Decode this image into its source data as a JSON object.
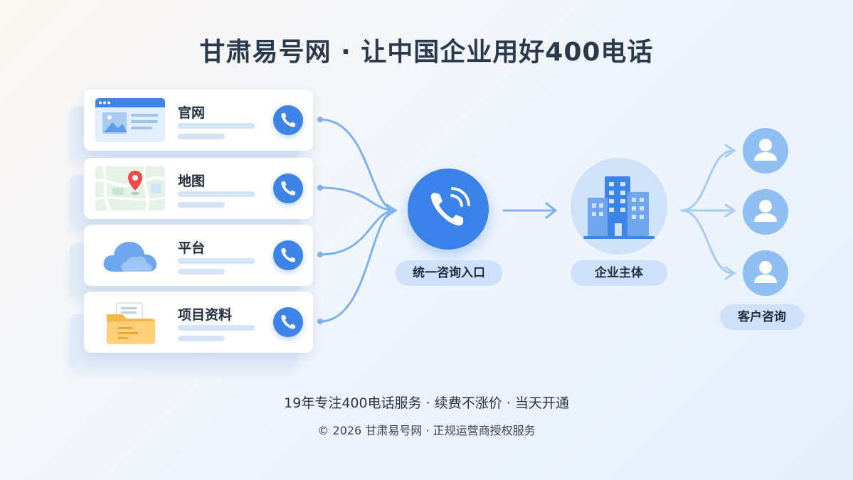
{
  "title": "甘肃易号网 · 让中国企业用好400电话",
  "channels": [
    {
      "label": "官网",
      "icon": "browser-window-icon"
    },
    {
      "label": "地图",
      "icon": "map-pin-icon"
    },
    {
      "label": "平台",
      "icon": "cloud-icon"
    },
    {
      "label": "项目资料",
      "icon": "folder-document-icon"
    }
  ],
  "hub": {
    "label": "统一咨询入口",
    "icon": "phone-ringing-icon"
  },
  "enterprise": {
    "label": "企业主体",
    "icon": "buildings-icon"
  },
  "customers": {
    "label": "客户咨询",
    "count": 3,
    "icon": "user-avatar-icon"
  },
  "footer": {
    "tagline": "19年专注400电话服务 · 续费不涨价 · 当天开通",
    "copyright": "© 2026 甘肃易号网 · 正规运营商授权服务"
  },
  "colors": {
    "accent": "#3e83e6",
    "pill": "#cfe1f8",
    "avatar": "#8fbff2",
    "wire": "#7fb1ee"
  }
}
